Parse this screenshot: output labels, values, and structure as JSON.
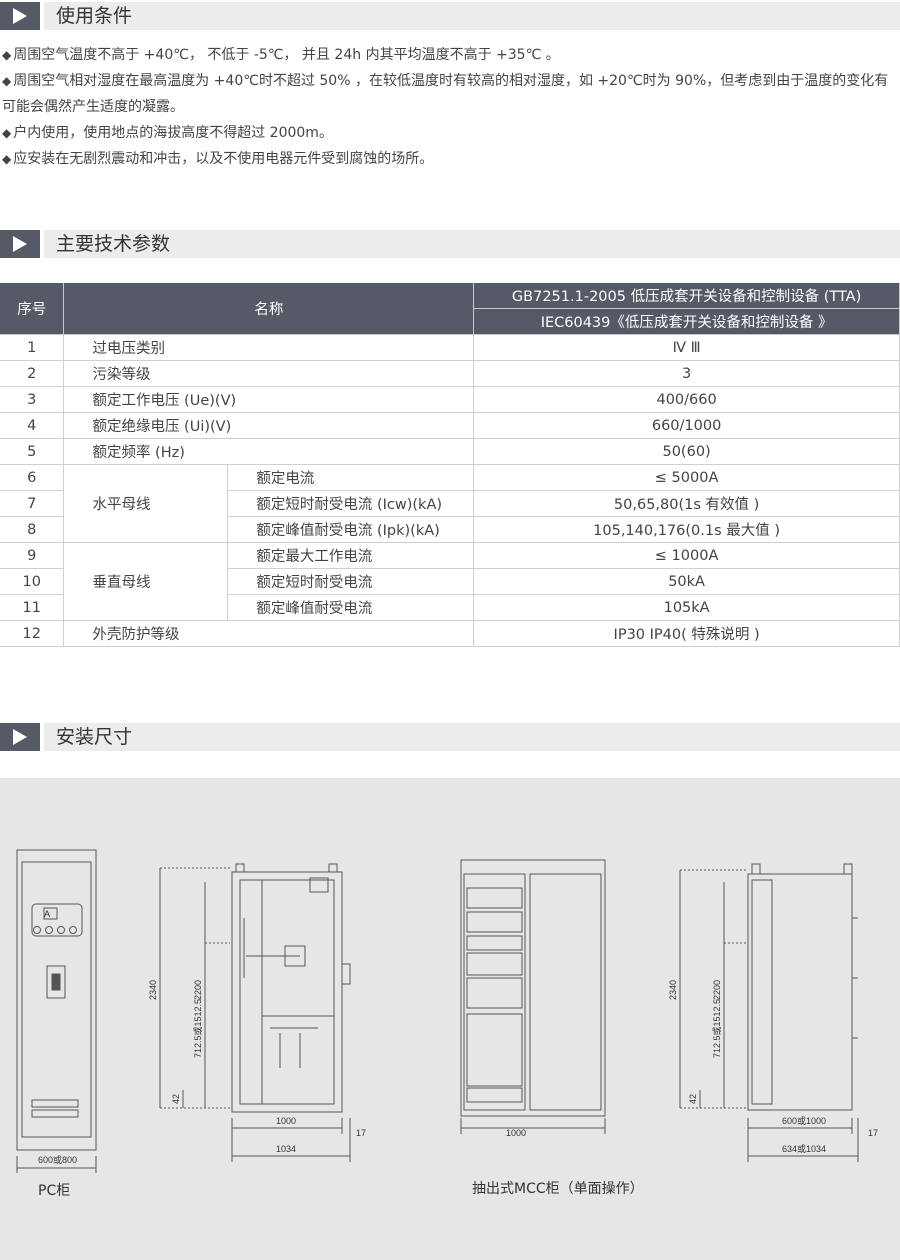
{
  "sections": {
    "conditions_title": "使用条件",
    "params_title": "主要技术参数",
    "install_title": "安装尺寸"
  },
  "conditions": [
    "周围空气温度不高于 +40℃， 不低于 -5℃， 并且 24h 内其平均温度不高于 +35℃ 。",
    "周围空气相对湿度在最高温度为 +40℃时不超过 50% ，在较低温度时有较高的相对湿度，如 +20℃时为 90%，但考虑到由于温度的变化有可能会偶然产生适度的凝露。",
    "户内使用，使用地点的海拔高度不得超过 2000m。",
    "应安装在无剧烈震动和冲击，以及不使用电器元件受到腐蚀的场所。"
  ],
  "bullet": "◆",
  "table": {
    "h_no": "序号",
    "h_name": "名称",
    "h_std1": "GB7251.1-2005 低压成套开关设备和控制设备 (TTA)",
    "h_std2": "IEC60439《低压成套开关设备和控制设备 》",
    "r1": {
      "no": "1",
      "name": "过电压类别",
      "val": "Ⅳ Ⅲ"
    },
    "r2": {
      "no": "2",
      "name": "污染等级",
      "val": "3"
    },
    "r3": {
      "no": "3",
      "name": "额定工作电压 (Ue)(V)",
      "val": "400/660"
    },
    "r4": {
      "no": "4",
      "name": "额定绝缘电压 (Ui)(V)",
      "val": "660/1000"
    },
    "r5": {
      "no": "5",
      "name": "额定频率 (Hz)",
      "val": "50(60)"
    },
    "group_h": "水平母线",
    "r6": {
      "no": "6",
      "name": "额定电流",
      "val": "≤ 5000A"
    },
    "r7": {
      "no": "7",
      "name": "额定短时耐受电流 (Icw)(kA)",
      "val": "50,65,80(1s 有效值 )"
    },
    "r8": {
      "no": "8",
      "name": "额定峰值耐受电流 (Ipk)(kA)",
      "val": "105,140,176(0.1s 最大值 )"
    },
    "group_v": "垂直母线",
    "r9": {
      "no": "9",
      "name": "额定最大工作电流",
      "val": "≤ 1000A"
    },
    "r10": {
      "no": "10",
      "name": "额定短时耐受电流",
      "val": "50kA"
    },
    "r11": {
      "no": "11",
      "name": "额定峰值耐受电流",
      "val": "105kA"
    },
    "r12": {
      "no": "12",
      "name": "外壳防护等级",
      "val": "IP30 IP40( 特殊说明 )"
    }
  },
  "drawings": {
    "pc_caption": "PC柜",
    "mcc_caption": "抽出式MCC柜（单面操作）",
    "pc_width": "600或800",
    "pc_depth_1000": "1000",
    "pc_depth_1034": "1034",
    "pc_17": "17",
    "dim_2340": "2340",
    "dim_2200": "2200",
    "dim_7125": "712.5或1512.5",
    "dim_42": "42",
    "mcc_front_1000": "1000",
    "mcc_600_1000": "600或1000",
    "mcc_634_1034": "634或1034",
    "mcc_17": "17",
    "label_a": "A"
  },
  "colors": {
    "header_dark": "#555a66",
    "section_bar": "#ececec",
    "drawing_bg": "#e6e6e6"
  }
}
